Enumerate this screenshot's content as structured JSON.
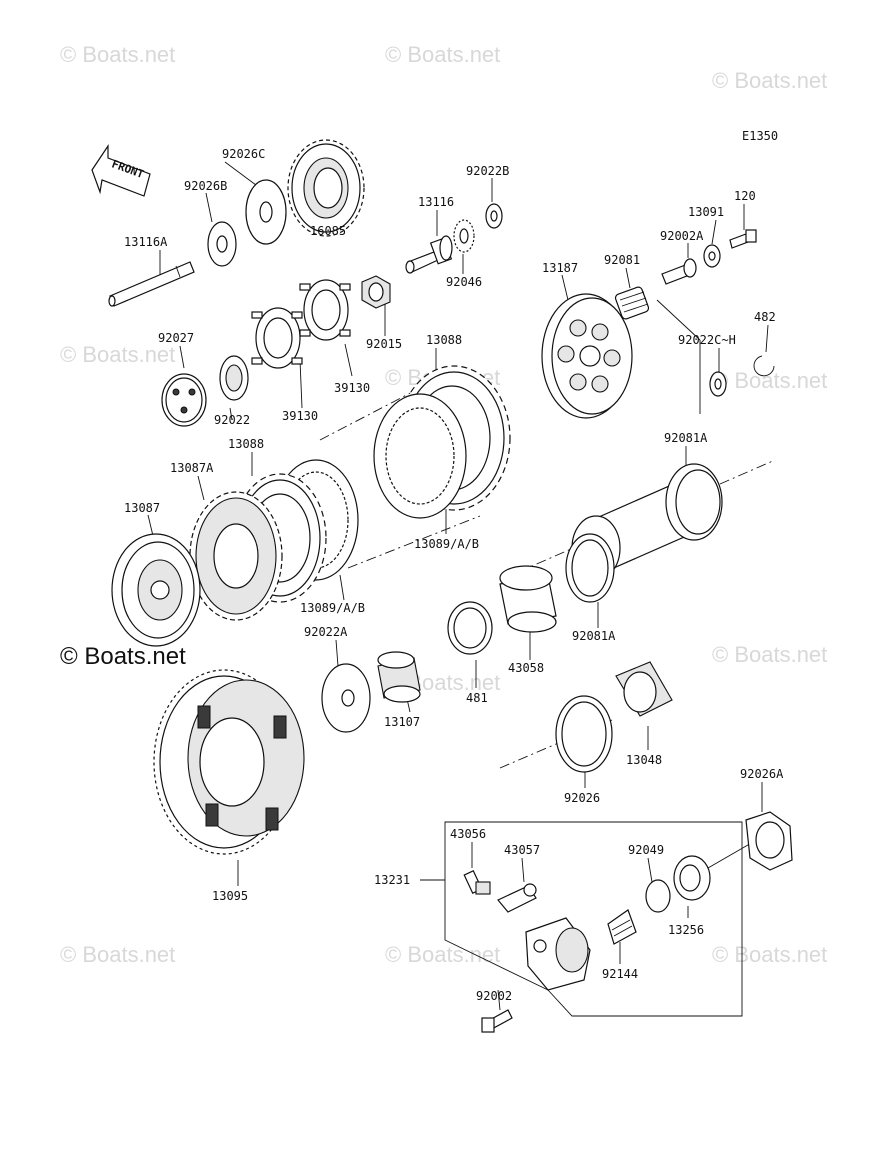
{
  "diagram_id": "E1350",
  "watermarks": [
    "© Boats.net"
  ],
  "watermark_bold": "© Boats.net",
  "front_label": "FRONT",
  "labels": {
    "l_92026C": "92026C",
    "l_92026B": "92026B",
    "l_16085": "16085",
    "l_13116A": "13116A",
    "l_13116": "13116",
    "l_92022B": "92022B",
    "l_92046": "92046",
    "l_92015": "92015",
    "l_13187": "13187",
    "l_92081": "92081",
    "l_92002A": "92002A",
    "l_13091": "13091",
    "l_120": "120",
    "l_482": "482",
    "l_92022CH": "92022C~H",
    "l_92027": "92027",
    "l_92022": "92022",
    "l_39130a": "39130",
    "l_39130b": "39130",
    "l_13088a": "13088",
    "l_13088b": "13088",
    "l_13087A": "13087A",
    "l_13087": "13087",
    "l_13089a": "13089/A/B",
    "l_13089b": "13089/A/B",
    "l_92081A_top": "92081A",
    "l_92081A_bot": "92081A",
    "l_92022A": "92022A",
    "l_43058": "43058",
    "l_481": "481",
    "l_13107": "13107",
    "l_13048": "13048",
    "l_92026": "92026",
    "l_13095": "13095",
    "l_92026A": "92026A",
    "l_43056": "43056",
    "l_43057": "43057",
    "l_92049": "92049",
    "l_13231": "13231",
    "l_13256": "13256",
    "l_92144": "92144",
    "l_92002": "92002"
  }
}
